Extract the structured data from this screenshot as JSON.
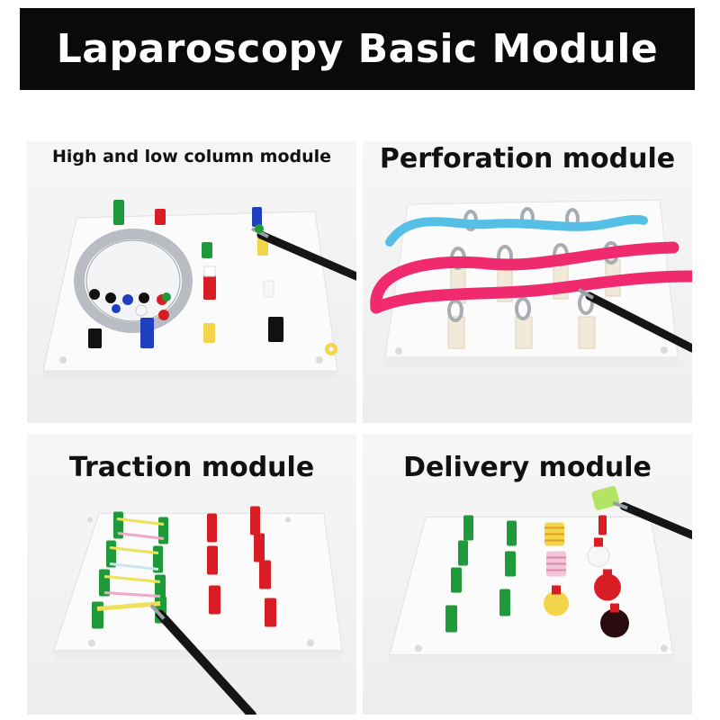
{
  "banner": {
    "title": "Laparoscopy Basic Module"
  },
  "panels": [
    {
      "title": "High and low column module"
    },
    {
      "title": "Perforation module"
    },
    {
      "title": "Traction module"
    },
    {
      "title": "Delivery module"
    }
  ],
  "colors": {
    "banner_bg": "#0a0a0a",
    "board": "#fbfbfb",
    "green": "#1f9a3a",
    "red": "#d81e24",
    "blue": "#1f3fbf",
    "yellow": "#f3d44a",
    "black": "#1a1a1a",
    "pink_cord": "#ef2a6e",
    "blue_cord": "#55bfe6"
  }
}
